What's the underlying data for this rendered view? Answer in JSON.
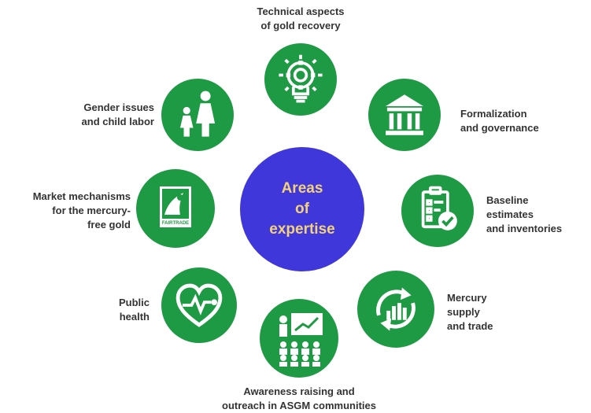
{
  "center": {
    "lines": [
      "Areas",
      "of",
      "expertise"
    ]
  },
  "items": [
    {
      "id": "technical",
      "icon": "lightbulb-gear-icon",
      "lines": [
        "Technical aspects",
        "of gold recovery"
      ]
    },
    {
      "id": "formalization",
      "icon": "institution-building-icon",
      "lines": [
        "Formalization",
        "and governance"
      ]
    },
    {
      "id": "baseline",
      "icon": "clipboard-check-icon",
      "lines": [
        "Baseline",
        "estimates",
        "and inventories"
      ]
    },
    {
      "id": "mercury",
      "icon": "cycle-bar-chart-icon",
      "lines": [
        "Mercury",
        "supply",
        "and trade"
      ]
    },
    {
      "id": "awareness",
      "icon": "presentation-audience-icon",
      "lines": [
        "Awareness raising and",
        "outreach in ASGM communities"
      ]
    },
    {
      "id": "health",
      "icon": "heartbeat-icon",
      "lines": [
        "Public",
        "health"
      ]
    },
    {
      "id": "market",
      "icon": "fairtrade-logo-icon",
      "lines": [
        "Market mechanisms",
        "for the mercury-",
        "free gold"
      ],
      "logo_text": "FAIRTRADE"
    },
    {
      "id": "gender",
      "icon": "woman-child-icon",
      "lines": [
        "Gender issues",
        "and child labor"
      ]
    }
  ],
  "colors": {
    "circle": "#1f9a44",
    "center": "#3f37d9",
    "center_text": "#f3d27a",
    "label": "#333333"
  }
}
